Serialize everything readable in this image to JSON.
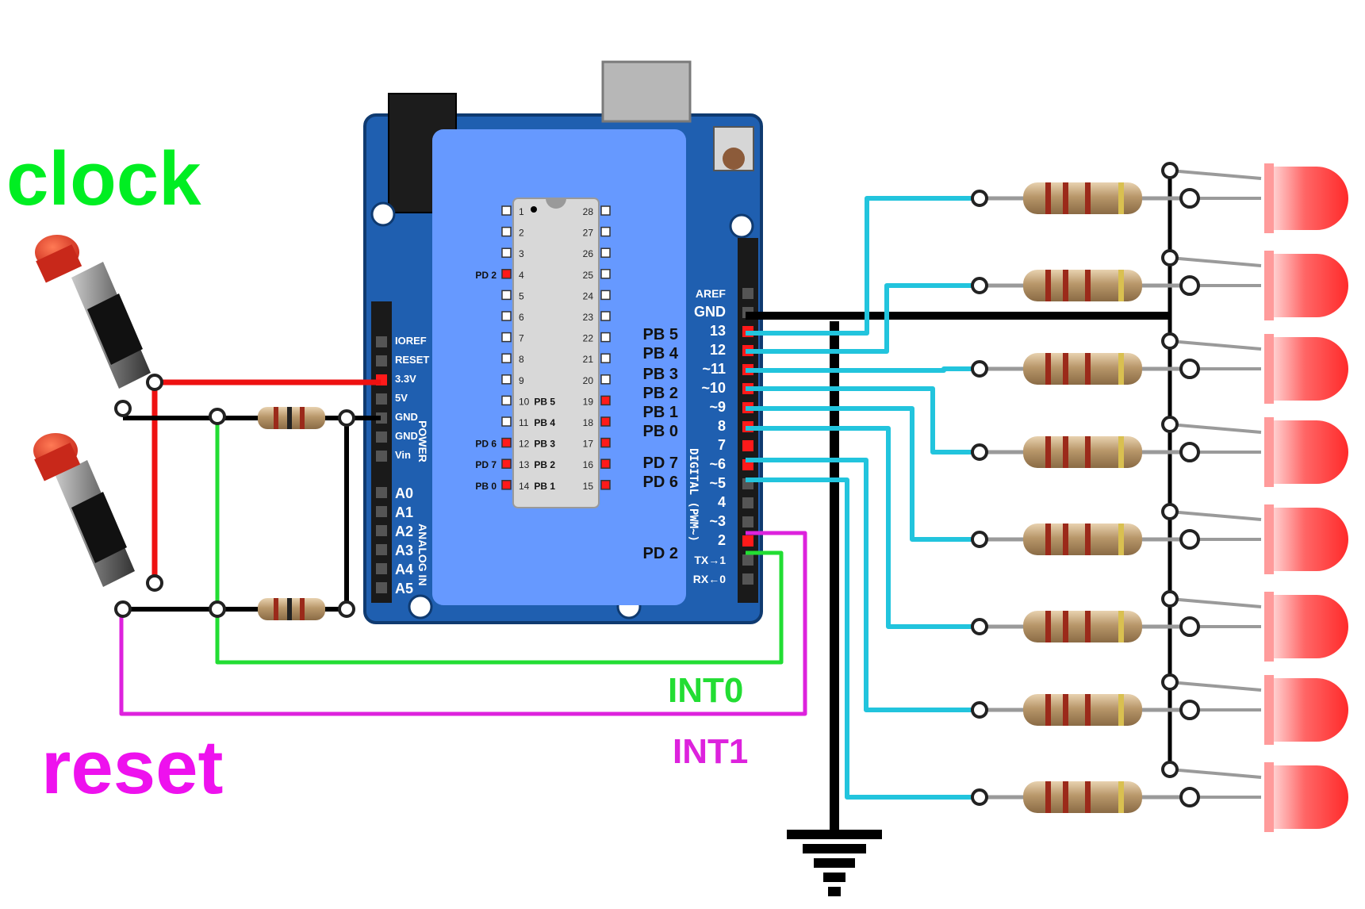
{
  "labels": {
    "clock": "clock",
    "reset": "reset",
    "int0": "INT0",
    "int1": "INT1"
  },
  "colors": {
    "clock": "#00ee22",
    "reset": "#ee11ee",
    "int0": "#22dd33",
    "int1": "#dd22dd",
    "board": "#1f5fb0",
    "overlay": "#6699ff",
    "wire_cyan": "#22c4dd",
    "wire_red": "#ee1111",
    "wire_black": "#000000",
    "led": "#ff3333"
  },
  "chip": {
    "left_pins": [
      {
        "num": "1",
        "tag": ""
      },
      {
        "num": "2",
        "tag": ""
      },
      {
        "num": "3",
        "tag": ""
      },
      {
        "num": "4",
        "tag": "PD 2"
      },
      {
        "num": "5",
        "tag": ""
      },
      {
        "num": "6",
        "tag": ""
      },
      {
        "num": "7",
        "tag": ""
      },
      {
        "num": "8",
        "tag": ""
      },
      {
        "num": "9",
        "tag": ""
      },
      {
        "num": "10",
        "tag": ""
      },
      {
        "num": "11",
        "tag": ""
      },
      {
        "num": "12",
        "tag": "PD 6"
      },
      {
        "num": "13",
        "tag": "PD 7"
      },
      {
        "num": "14",
        "tag": "PB 0"
      }
    ],
    "right_pins": [
      {
        "num": "28",
        "tag": ""
      },
      {
        "num": "27",
        "tag": ""
      },
      {
        "num": "26",
        "tag": ""
      },
      {
        "num": "25",
        "tag": ""
      },
      {
        "num": "24",
        "tag": ""
      },
      {
        "num": "23",
        "tag": ""
      },
      {
        "num": "22",
        "tag": ""
      },
      {
        "num": "21",
        "tag": ""
      },
      {
        "num": "20",
        "tag": ""
      },
      {
        "num": "19",
        "tag": "PB 5"
      },
      {
        "num": "18",
        "tag": "PB 4"
      },
      {
        "num": "17",
        "tag": "PB 3"
      },
      {
        "num": "16",
        "tag": "PB 2"
      },
      {
        "num": "15",
        "tag": "PB 1"
      }
    ]
  },
  "port_labels": [
    "PB 5",
    "PB 4",
    "PB 3",
    "PB 2",
    "PB 1",
    "PB 0",
    "PD 7",
    "PD 6",
    "PD 2"
  ],
  "power_header": [
    "IOREF",
    "RESET",
    "3.3V",
    "5V",
    "GND",
    "GND",
    "Vin"
  ],
  "power_title": "POWER",
  "analog_header": [
    "A0",
    "A1",
    "A2",
    "A3",
    "A4",
    "A5"
  ],
  "analog_title": "ANALOG IN",
  "digital_header": [
    "AREF",
    "GND",
    "13",
    "12",
    "~11",
    "~10",
    "~9",
    "8",
    "7",
    "~6",
    "~5",
    "4",
    "~3",
    "2",
    "TX→1",
    "RX←0"
  ],
  "digital_title": "DIGITAL (PWM~)",
  "leds_count_visible": 8
}
